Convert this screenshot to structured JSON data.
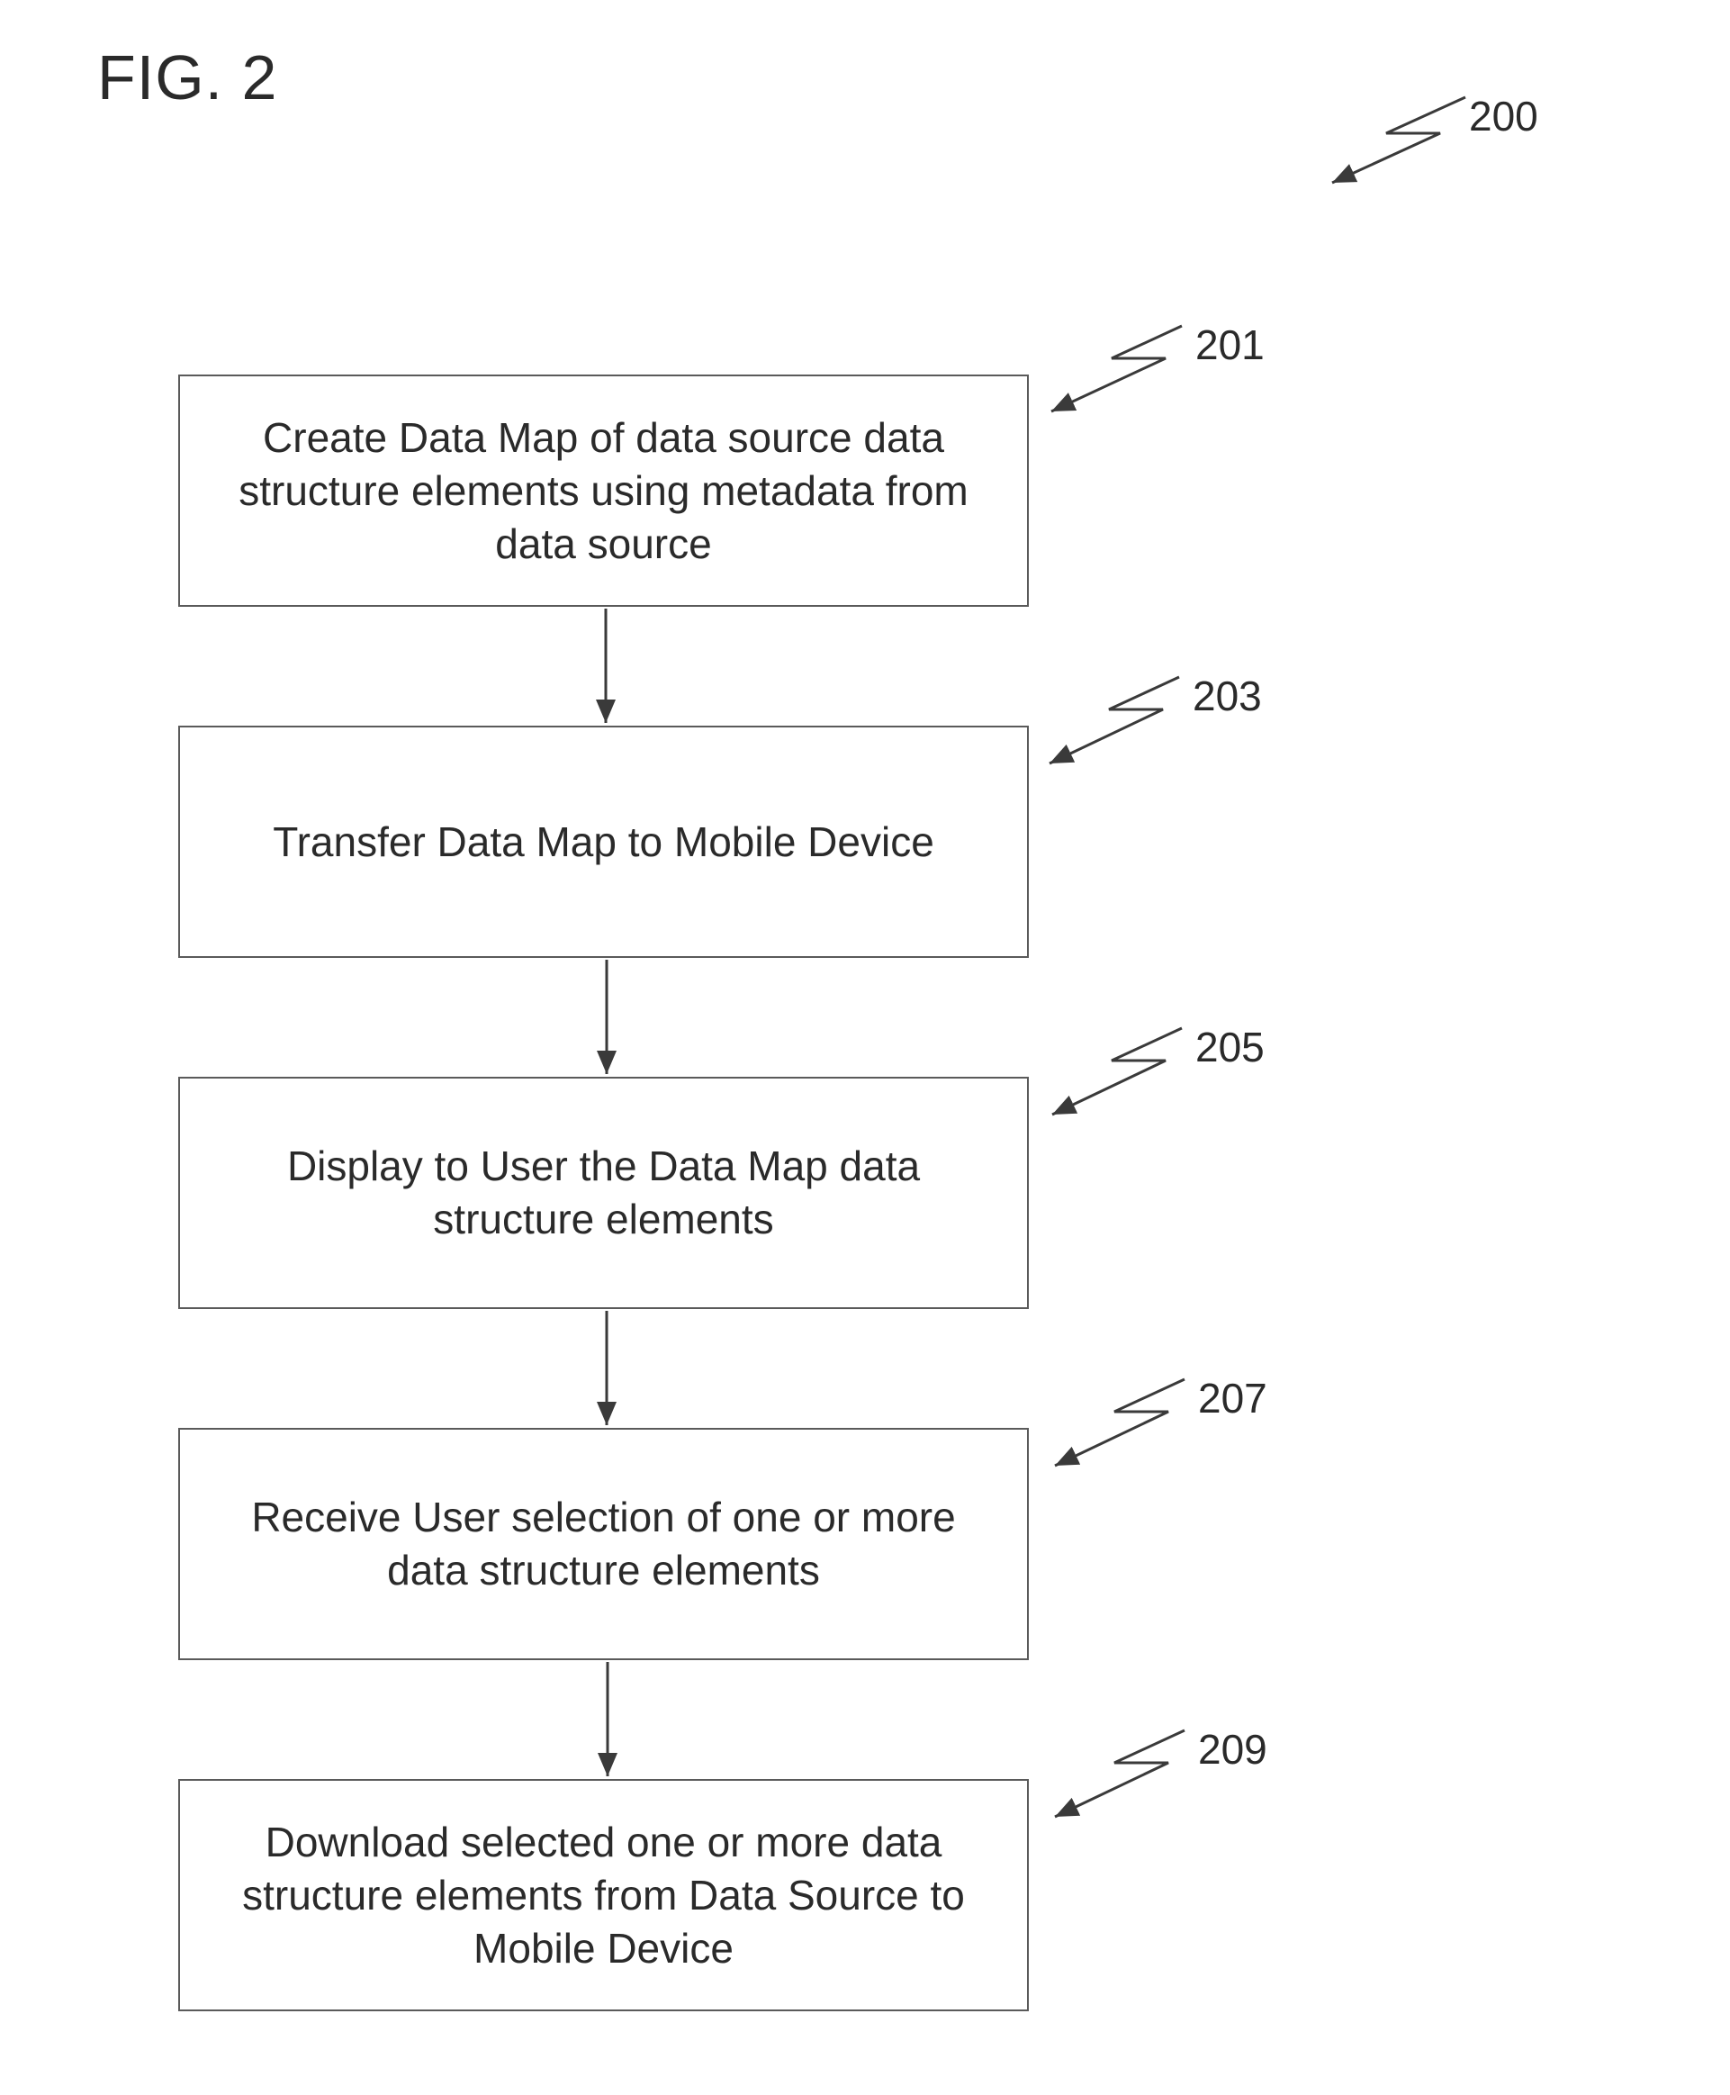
{
  "figure": {
    "title": "FIG. 2",
    "reference": "200"
  },
  "steps": [
    {
      "ref": "201",
      "text": "Create Data Map of data source data\nstructure elements using metadata from\ndata source"
    },
    {
      "ref": "203",
      "text": "Transfer Data Map to Mobile Device"
    },
    {
      "ref": "205",
      "text": "Display to User the Data Map data\nstructure elements"
    },
    {
      "ref": "207",
      "text": "Receive User selection of one or more\ndata structure elements"
    },
    {
      "ref": "209",
      "text": "Download selected one or more data\nstructure elements from Data Source to\nMobile Device"
    }
  ],
  "colors": {
    "line": "#3a3a3a",
    "box_border": "#5a5a5a",
    "text": "#2a2a2a"
  }
}
